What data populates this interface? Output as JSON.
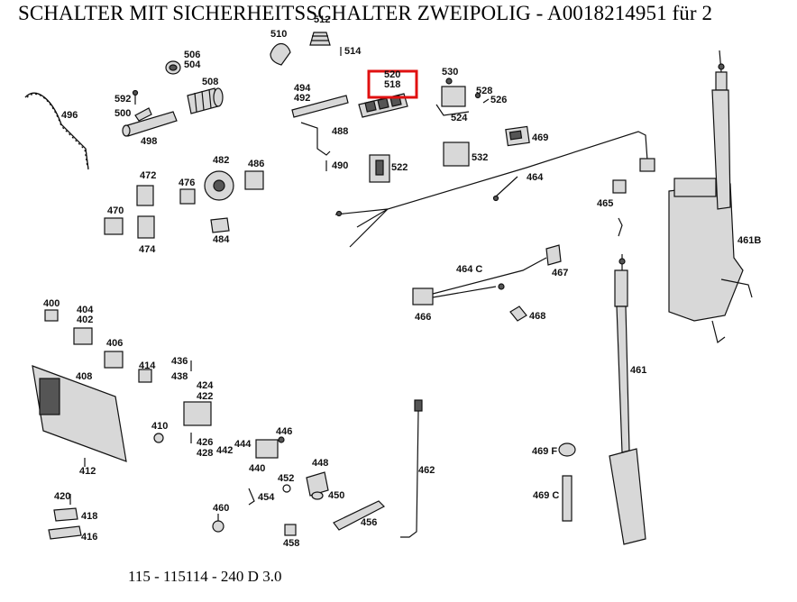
{
  "title": "SCHALTER MIT SICHERHEITSSCHALTER ZWEIPOLIG - A0018214951 für 2",
  "footer": "115 - 115114 - 240 D 3.0",
  "highlight_color": "#e01010",
  "highlight_labels": [
    "520",
    "518"
  ],
  "labels": {
    "l496": "496",
    "l592": "592",
    "l500": "500",
    "l498": "498",
    "l506": "506",
    "l504": "504",
    "l508": "508",
    "l510": "510",
    "l512": "512",
    "l514": "514",
    "l494": "494",
    "l492": "492",
    "l488": "488",
    "l490": "490",
    "l520": "520",
    "l518": "518",
    "l530": "530",
    "l528": "528",
    "l526": "526",
    "l524": "524",
    "l522": "522",
    "l532": "532",
    "l469": "469",
    "l464": "464",
    "l465": "465",
    "l461b": "461B",
    "l472": "472",
    "l476": "476",
    "l482": "482",
    "l486": "486",
    "l470": "470",
    "l474": "474",
    "l484": "484",
    "l464c": "464 C",
    "l467": "467",
    "l466": "466",
    "l468": "468",
    "l461": "461",
    "l400": "400",
    "l404": "404",
    "l402": "402",
    "l406": "406",
    "l408": "408",
    "l414": "414",
    "l436": "436",
    "l438": "438",
    "l424": "424",
    "l422": "422",
    "l410": "410",
    "l412": "412",
    "l426": "426",
    "l428": "428",
    "l442": "442",
    "l444": "444",
    "l440": "440",
    "l446": "446",
    "l448": "448",
    "l452": "452",
    "l454": "454",
    "l450": "450",
    "l420": "420",
    "l418": "418",
    "l416": "416",
    "l460": "460",
    "l458": "458",
    "l456": "456",
    "l462": "462",
    "l469f": "469 F",
    "l469c": "469 C"
  }
}
